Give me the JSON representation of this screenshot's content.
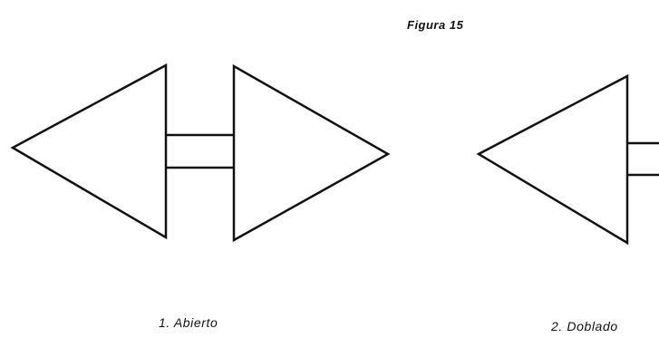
{
  "figure": {
    "title": "Figura 15"
  },
  "panels": [
    {
      "caption": "1. Abierto"
    },
    {
      "caption": "2. Doblado"
    }
  ]
}
